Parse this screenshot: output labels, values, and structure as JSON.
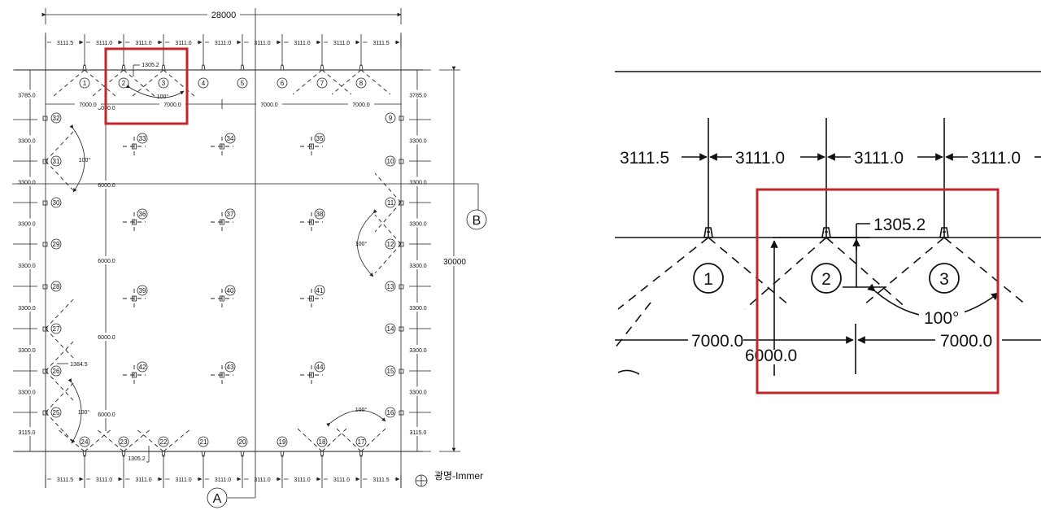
{
  "plan": {
    "overall_width": "28000",
    "overall_height": "30000",
    "top_spacing": [
      "3111.5",
      "3111.0",
      "3111.0",
      "3111.0",
      "3111.0",
      "3111.0",
      "3111.0",
      "3111.0",
      "3111.5"
    ],
    "bottom_spacing": [
      "3111.5",
      "3111.0",
      "3111.0",
      "3111.0",
      "3111.0",
      "3111.0",
      "3111.0",
      "3111.0",
      "3111.5"
    ],
    "left_spacing": [
      "3785.0",
      "3300.0",
      "3300.0",
      "3300.0",
      "3300.0",
      "3300.0",
      "3300.0",
      "3300.0",
      "3115.0"
    ],
    "right_spacing": [
      "3785.0",
      "3300.0",
      "3300.0",
      "3300.0",
      "3300.0",
      "3300.0",
      "3300.0",
      "3300.0",
      "3115.0"
    ],
    "inner_horizontal": [
      "7000.0",
      "7000.0",
      "7000.0",
      "7000.0"
    ],
    "inner_vertical": [
      "6000.0",
      "6000.0",
      "6000.0",
      "6000.0",
      "6000.0"
    ],
    "nozzle_offset_top": "1305.2",
    "nozzle_offset_bottom": "1305.2",
    "nozzle_offset_left": "1384.5",
    "spray_angle": "100°",
    "top_nozzles": [
      "1",
      "2",
      "3",
      "4",
      "5",
      "6",
      "7",
      "8"
    ],
    "right_nozzles": [
      "9",
      "10",
      "11",
      "12",
      "13",
      "14",
      "15",
      "16"
    ],
    "bottom_nozzles": [
      "17",
      "18",
      "19",
      "20",
      "21",
      "22",
      "23",
      "24"
    ],
    "left_nozzles": [
      "25",
      "26",
      "27",
      "28",
      "29",
      "30",
      "31",
      "32"
    ],
    "interior_nozzles": [
      "33",
      "34",
      "35",
      "36",
      "37",
      "38",
      "39",
      "40",
      "41",
      "42",
      "43",
      "44"
    ],
    "section_a": "A",
    "section_b": "B",
    "caption": "광명-Immer"
  },
  "zoom": {
    "spacing": [
      "3111.5",
      "3111.0",
      "3111.0",
      "3111.0"
    ],
    "nozzles": [
      "1",
      "2",
      "3"
    ],
    "offset": "1305.2",
    "angle": "100°",
    "inner_h_left": "7000.0",
    "inner_h_right": "7000.0",
    "inner_v": "6000.0"
  },
  "colors": {
    "highlight": "#c0262b",
    "line": "#1a1a1a"
  }
}
